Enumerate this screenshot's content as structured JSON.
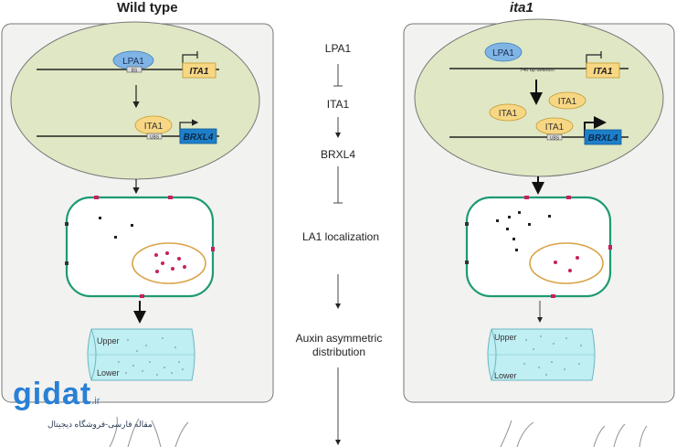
{
  "panels": {
    "left_title": "Wild type",
    "right_title": "ita1"
  },
  "left": {
    "lpa1": "LPA1",
    "promoter_box": "BS",
    "ita1_gene": "ITA1",
    "ita1_protein": "ITA1",
    "ita1_box": "UBS",
    "brxl4_gene": "BRXL4",
    "upper": "Upper",
    "lower": "Lower"
  },
  "right": {
    "lpa1": "LPA1",
    "deletion": "740 bp deletion",
    "ita1_gene": "ITA1",
    "ita1_protein_a": "ITA1",
    "ita1_protein_b": "ITA1",
    "ita1_protein_c": "ITA1",
    "ita1_box": "UBS",
    "brxl4_gene": "BRXL4",
    "upper": "Upper",
    "lower": "Lower"
  },
  "pathway": {
    "lpa1": "LPA1",
    "ita1": "ITA1",
    "brxl4": "BRXL4",
    "la1": "LA1 localization",
    "auxin_line1": "Auxin asymmetric",
    "auxin_line2": "distribution"
  },
  "watermark": {
    "logo": "gidat",
    "suffix": ".ir",
    "tagline": "مقاله فارسی-فروشگاه دیجیتال"
  },
  "colors": {
    "panel_fill": "#f2f2f0",
    "nucleus_fill": "#dfe7c4",
    "lpa1_blue": "#7fb4e4",
    "ita1_orange": "#f8d784",
    "brxl4_blue": "#1e7fc9",
    "cell_green": "#1e9a72",
    "vacuole_orange": "#d9a347",
    "red_dot": "#c8205e",
    "tissue_cyan": "#bfeef3",
    "watermark_blue": "#2980d6"
  }
}
